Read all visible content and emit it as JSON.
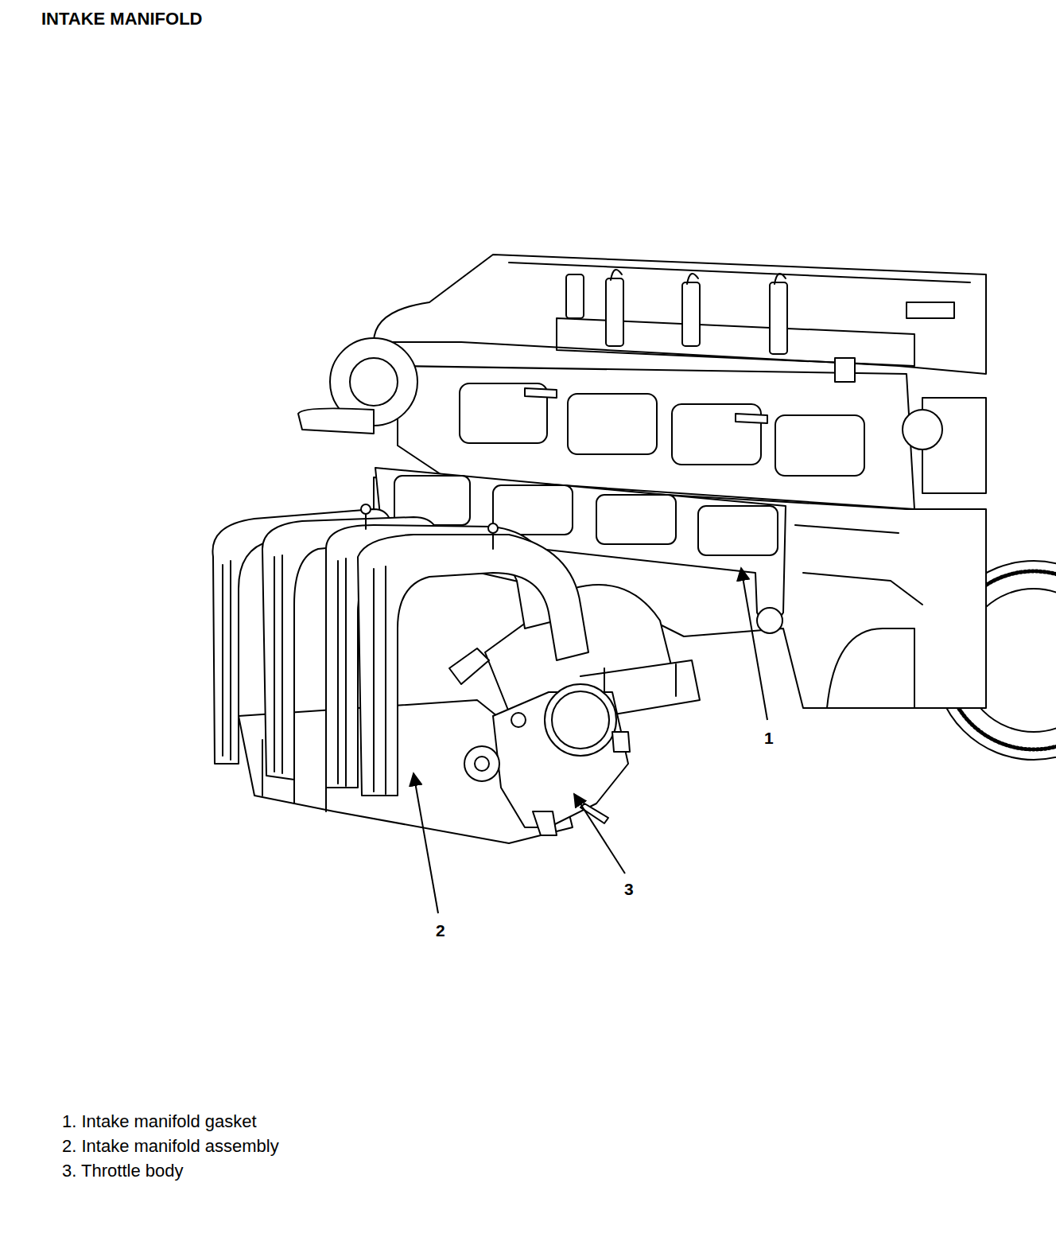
{
  "diagram": {
    "title": "INTAKE MANIFOLD",
    "labels": [
      "1",
      "2",
      "3",
      "1. Intake manifold gasket",
      "2. Intake manifold assembly",
      "3. Throttle body"
    ]
  }
}
